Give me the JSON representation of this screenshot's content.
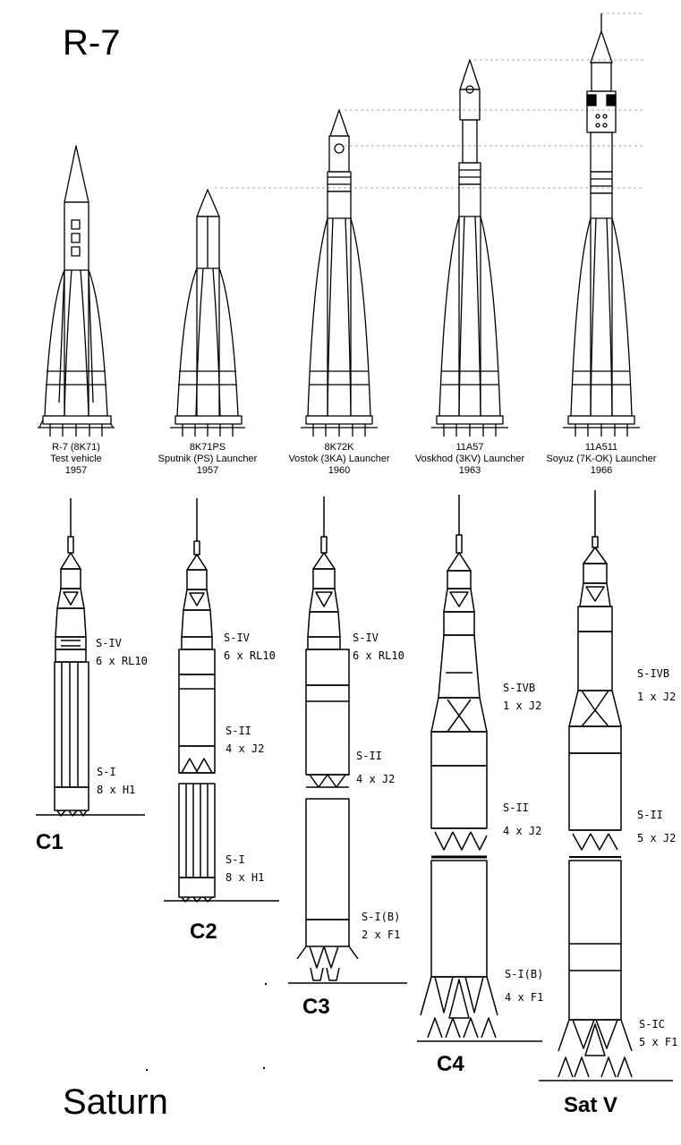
{
  "titles": {
    "r7": "R-7",
    "saturn": "Saturn"
  },
  "r7_variants": [
    {
      "lines": [
        "R-7 (8K71)",
        "Test vehicle",
        "1957"
      ]
    },
    {
      "lines": [
        "8K71PS",
        "Sputnik (PS) Launcher",
        "1957"
      ]
    },
    {
      "lines": [
        "8K72K",
        "Vostok (3KA) Launcher",
        "1960"
      ]
    },
    {
      "lines": [
        "11A57",
        "Voskhod (3KV) Launcher",
        "1963"
      ]
    },
    {
      "lines": [
        "11A511",
        "Soyuz (7K-OK) Launcher",
        "1966"
      ]
    }
  ],
  "saturn_variants": [
    {
      "name": "C1",
      "stages": [
        {
          "name": "S-IV",
          "engines": "6 x RL10"
        },
        {
          "name": "S-I",
          "engines": "8 x H1"
        }
      ]
    },
    {
      "name": "C2",
      "stages": [
        {
          "name": "S-IV",
          "engines": "6 x RL10"
        },
        {
          "name": "S-II",
          "engines": "4 x J2"
        },
        {
          "name": "S-I",
          "engines": "8 x H1"
        }
      ]
    },
    {
      "name": "C3",
      "stages": [
        {
          "name": "S-IV",
          "engines": "6 x RL10"
        },
        {
          "name": "S-II",
          "engines": "4 x J2"
        },
        {
          "name": "S-I(B)",
          "engines": "2 x F1"
        }
      ]
    },
    {
      "name": "C4",
      "stages": [
        {
          "name": "S-IVB",
          "engines": "1 x J2"
        },
        {
          "name": "S-II",
          "engines": "4 x J2"
        },
        {
          "name": "S-I(B)",
          "engines": "4 x F1"
        }
      ]
    },
    {
      "name": "Sat V",
      "stages": [
        {
          "name": "S-IVB",
          "engines": "1 x J2"
        },
        {
          "name": "S-II",
          "engines": "5 x J2"
        },
        {
          "name": "S-IC",
          "engines": "5 x F1"
        }
      ]
    }
  ]
}
